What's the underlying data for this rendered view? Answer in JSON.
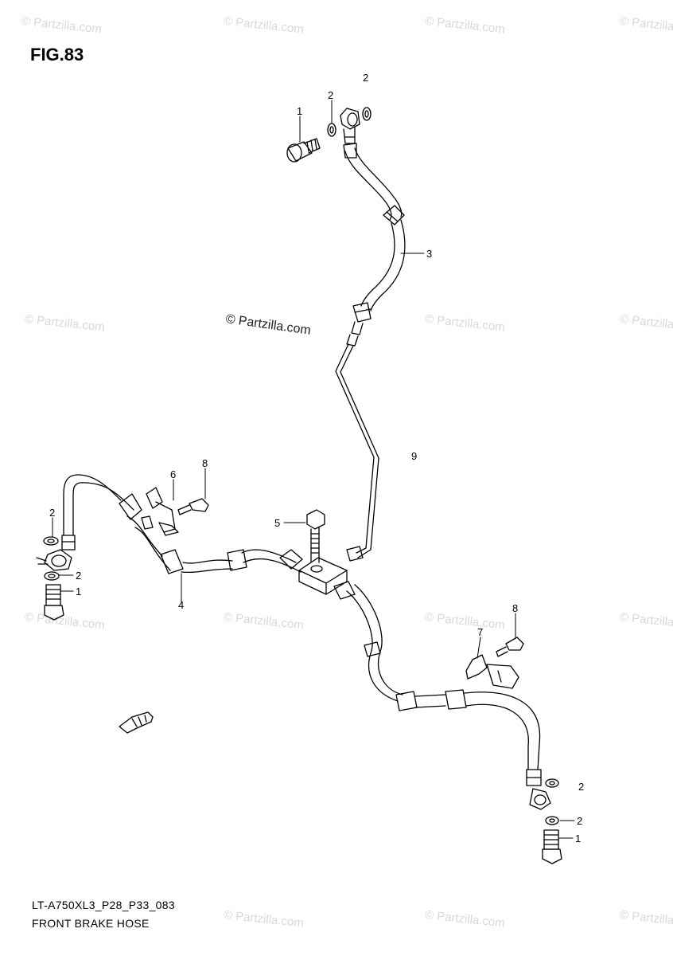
{
  "figure": {
    "title": "FIG.83"
  },
  "watermark": {
    "text": "© Partzilla.com"
  },
  "center_watermark": {
    "text": "© Partzilla.com"
  },
  "callouts": {
    "top_washer_2": "2",
    "top_washer_2b": "2",
    "top_bolt_1": "1",
    "upper_hose_3": "3",
    "brake_pipe_9": "9",
    "left_bolt_8": "8",
    "left_bracket_6": "6",
    "joint_bolt_5": "5",
    "left_washer_2a": "2",
    "left_washer_2b": "2",
    "left_bolt_1": "1",
    "left_hose_4": "4",
    "right_bolt_8": "8",
    "right_bracket_7": "7",
    "right_washer_2a": "2",
    "right_washer_2b": "2",
    "right_bolt_1": "1"
  },
  "footer": {
    "model_code": "LT-A750XL3_P28_P33_083",
    "caption": "FRONT BRAKE HOSE"
  },
  "colors": {
    "line": "#000000",
    "watermark": "#d9d9d9"
  }
}
